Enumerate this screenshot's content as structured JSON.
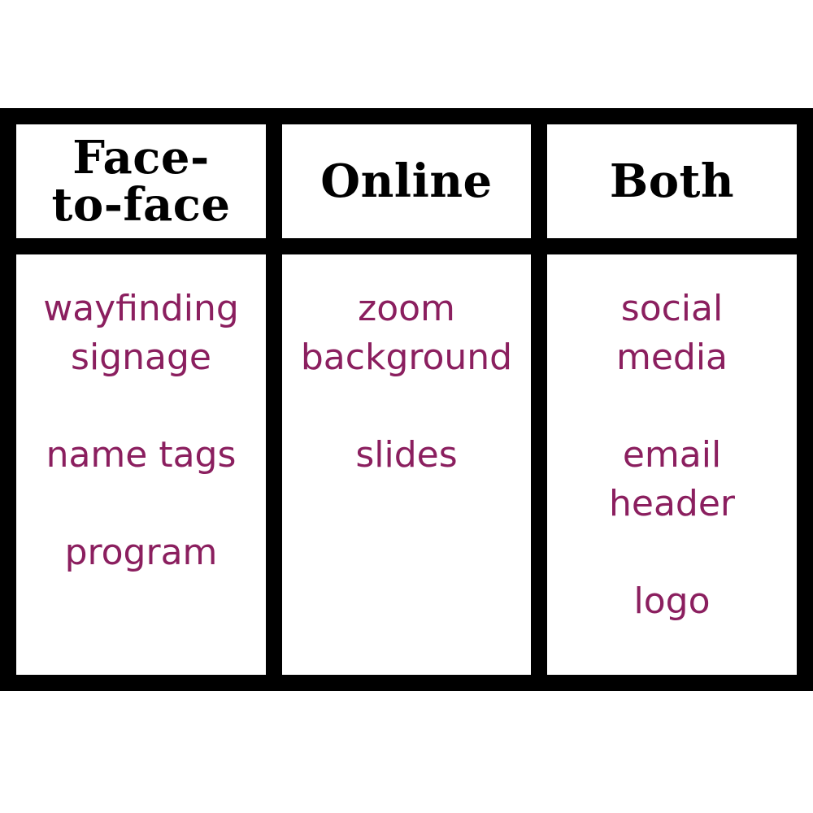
{
  "accent_color": "#8b1f5f",
  "columns": [
    {
      "header": "Face-\nto-face",
      "items": [
        "wayfinding\nsignage",
        "name tags",
        "program"
      ]
    },
    {
      "header": "Online",
      "items": [
        "zoom\nbackground",
        "slides"
      ]
    },
    {
      "header": "Both",
      "items": [
        "social\nmedia",
        "email\nheader",
        "logo"
      ]
    }
  ]
}
